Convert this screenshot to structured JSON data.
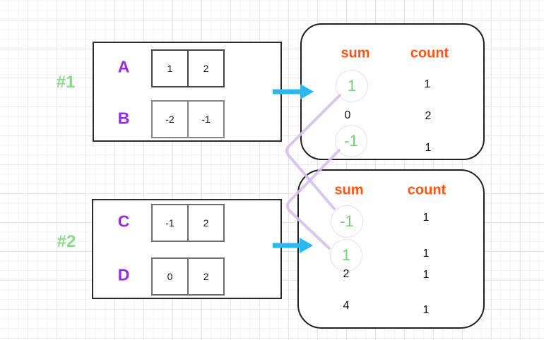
{
  "canvas": {
    "type": "whiteboard-sketch-diagram"
  },
  "colors": {
    "example_label_green": "#8adb8a",
    "array_name_purple": "#9629e6",
    "table_header_orange": "#ff5416",
    "matched_sum_green": "#74d074",
    "connector_lavender": "#d9c0ec",
    "arrow_cyan": "#29b8f2",
    "value_black": "#1a1a1a"
  },
  "examples": [
    {
      "id": "#1",
      "arrays": [
        {
          "name": "A",
          "values": [
            "1",
            "2"
          ]
        },
        {
          "name": "B",
          "values": [
            "-2",
            "-1"
          ]
        }
      ],
      "table": {
        "sum_header": "sum",
        "count_header": "count",
        "rows": [
          {
            "sum": "1",
            "count": "1",
            "highlighted": true
          },
          {
            "sum": "0",
            "count": "2",
            "highlighted": false
          },
          {
            "sum": "-1",
            "count": "1",
            "highlighted": true
          }
        ]
      }
    },
    {
      "id": "#2",
      "arrays": [
        {
          "name": "C",
          "values": [
            "-1",
            "2"
          ]
        },
        {
          "name": "D",
          "values": [
            "0",
            "2"
          ]
        }
      ],
      "table": {
        "sum_header": "sum",
        "count_header": "count",
        "rows": [
          {
            "sum": "-1",
            "count": "1",
            "highlighted": true
          },
          {
            "sum": "1",
            "count": "1",
            "highlighted": true
          },
          {
            "sum": "2",
            "count": "1",
            "highlighted": false
          },
          {
            "sum": "4",
            "count": "1",
            "highlighted": false
          }
        ]
      }
    }
  ],
  "connections": [
    {
      "from": "example-1 sum 1",
      "to": "example-2 sum -1"
    },
    {
      "from": "example-1 sum -1",
      "to": "example-2 sum 1"
    }
  ]
}
